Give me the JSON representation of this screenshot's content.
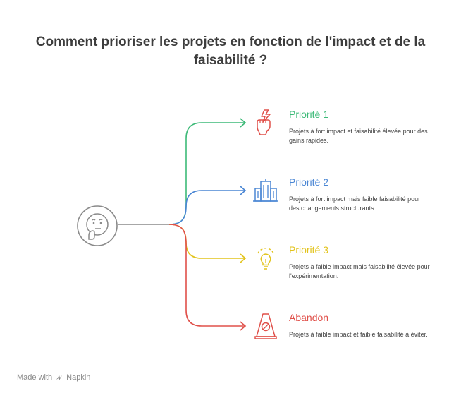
{
  "title": "Comment prioriser les projets en fonction de l'impact et de la faisabilité ?",
  "branches": [
    {
      "title": "Priorité 1",
      "description": "Projets à fort impact et faisabilité élevée pour des gains rapides.",
      "color": "#3dba78",
      "icon": "fist-lightning-icon"
    },
    {
      "title": "Priorité 2",
      "description": "Projets à fort impact mais faible faisabilité pour des changements structurants.",
      "color": "#4a86d4",
      "icon": "building-icon"
    },
    {
      "title": "Priorité 3",
      "description": "Projets à faible impact mais faisabilité élevée pour l'expérimentation.",
      "color": "#e2c31b",
      "icon": "lightbulb-icon"
    },
    {
      "title": "Abandon",
      "description": "Projets à faible impact et faible faisabilité à éviter.",
      "color": "#e0504a",
      "icon": "caution-sign-icon"
    }
  ],
  "center": {
    "icon": "thinking-face-icon",
    "color": "#8a8a8a"
  },
  "footer": {
    "made_with": "Made with",
    "brand": "Napkin"
  }
}
